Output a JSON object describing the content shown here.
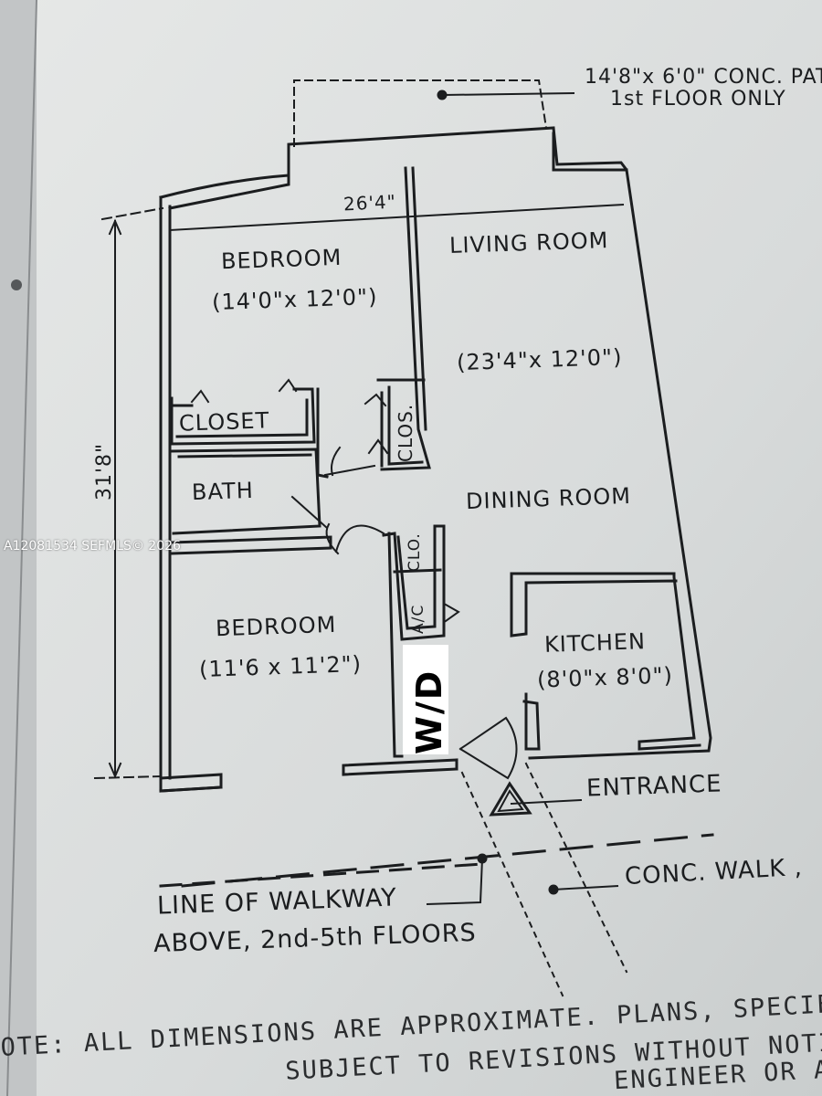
{
  "patio": {
    "line1": "14'8\"x 6'0\" CONC. PAT",
    "line2": "1st FLOOR ONLY"
  },
  "dimensions": {
    "width": "26'4\"",
    "depth": "31'8\""
  },
  "rooms": {
    "bedroom1": {
      "name": "BEDROOM",
      "size": "(14'0\"x 12'0\")"
    },
    "living": {
      "name": "LIVING ROOM",
      "size": "(23'4\"x 12'0\")"
    },
    "closet": {
      "name": "CLOSET"
    },
    "clos": {
      "name": "CLOS."
    },
    "bath": {
      "name": "BATH"
    },
    "dining": {
      "name": "DINING ROOM"
    },
    "clo": {
      "name": "CLO."
    },
    "ac": {
      "name": "A/C"
    },
    "bedroom2": {
      "name": "BEDROOM",
      "size": "(11'6 x 11'2\")"
    },
    "kitchen": {
      "name": "KITCHEN",
      "size": "(8'0\"x 8'0\")"
    },
    "wd": {
      "name": "W/D"
    }
  },
  "entrance": "ENTRANCE",
  "walk": "CONC. WALK ,",
  "walkway": {
    "line1": "LINE OF WALKWAY",
    "line2": "ABOVE, 2nd-5th FLOORS"
  },
  "notes": {
    "line1": "OTE: ALL DIMENSIONS ARE APPROXIMATE. PLANS, SPECIF",
    "line2": "SUBJECT TO REVISIONS WITHOUT NOTI",
    "line3": "ENGINEER OR A"
  },
  "watermark": "A12081534  SEFMLS© 2026",
  "colors": {
    "paper": "#d9dcdc",
    "ink": "#1b1d1f"
  }
}
